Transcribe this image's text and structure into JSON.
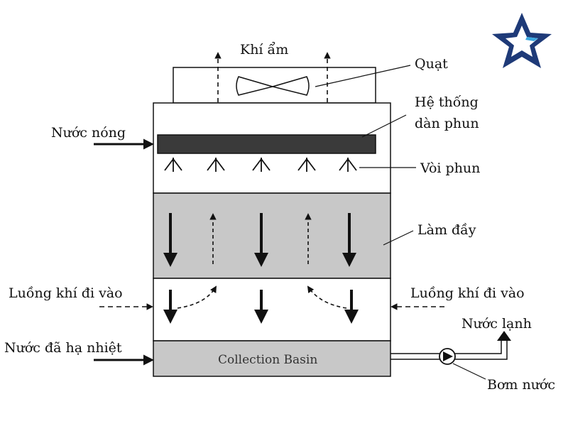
{
  "labels": {
    "moist_air": "Khí ẩm",
    "fan": "Quạt",
    "spray_system_line1": "Hệ thống",
    "spray_system_line2": "dàn phun",
    "hot_water": "Nước nóng",
    "nozzle": "Vòi phun",
    "fill": "Làm đầy",
    "air_inlet_left": "Luồng khí đi vào",
    "air_inlet_right": "Luồng khí đi vào",
    "cold_water": "Nước lạnh",
    "cooled_water": "Nước đã hạ nhiệt",
    "collection_basin": "Collection Basin",
    "pump": "Bơm nước"
  },
  "colors": {
    "line": "#111111",
    "fill_media": "#c8c8c8",
    "spray_bar": "#3a3a3a",
    "logo_navy": "#1e3a78",
    "logo_light": "#3aa7e0"
  },
  "icons": {
    "logo": "star-logo-icon",
    "fan": "fan-icon",
    "pump": "pump-icon"
  }
}
